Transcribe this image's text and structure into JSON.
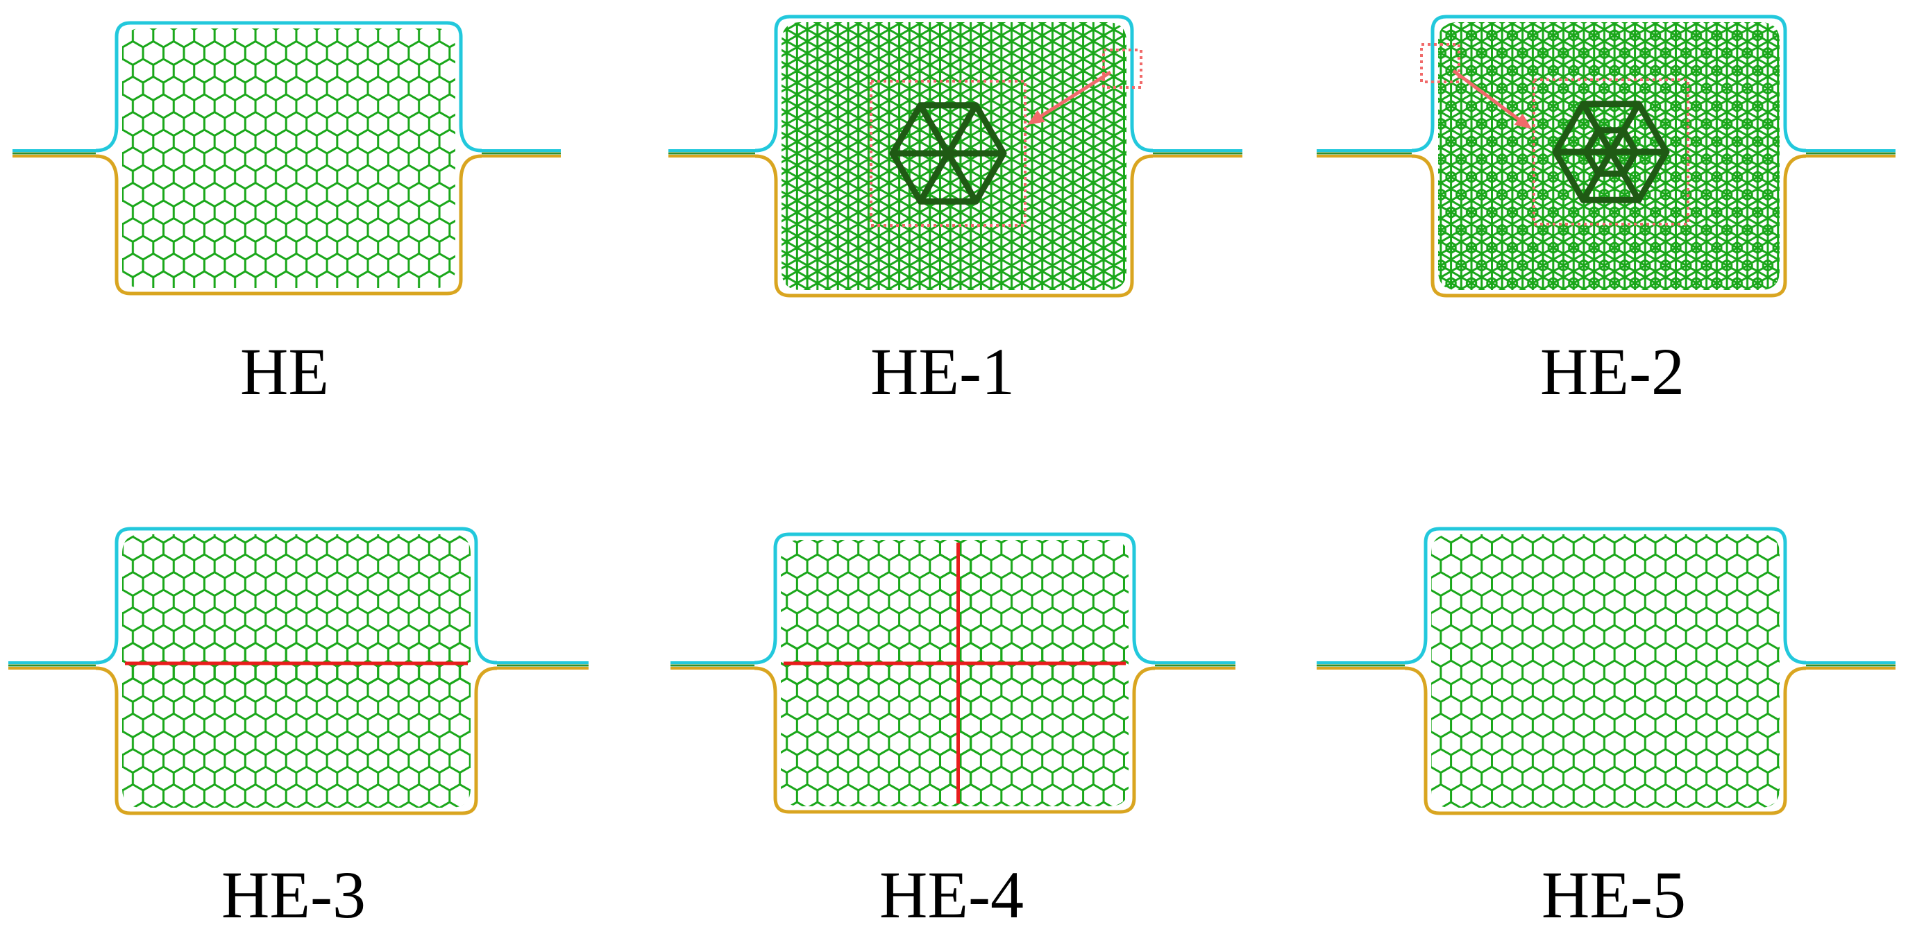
{
  "colors": {
    "honeycomb": "#1aa71a",
    "honeycomb_inset": "#1f5a14",
    "top_skin": "#22c8dc",
    "bottom_skin": "#d9a520",
    "flange_core": "#2f8f2f",
    "divider": "#e81c1c",
    "callout": "#f06a6a"
  },
  "panels": [
    {
      "id": "HE",
      "label": "HE",
      "core": "perimeter",
      "cell": "hexagon"
    },
    {
      "id": "HE-1",
      "label": "HE-1",
      "core": "perimeter",
      "cell": "hexagon-triangulated",
      "has_zoom_inset": true
    },
    {
      "id": "HE-2",
      "label": "HE-2",
      "core": "perimeter",
      "cell": "hexagon-triangulated-inner-hexagon",
      "has_zoom_inset": true
    },
    {
      "id": "HE-3",
      "label": "HE-3",
      "core": "perimeter-plus-horizontal-rib",
      "cell": "hexagon",
      "divider": "horizontal"
    },
    {
      "id": "HE-4",
      "label": "HE-4",
      "core": "perimeter-plus-cross-ribs",
      "cell": "hexagon",
      "divider": "cross"
    },
    {
      "id": "HE-5",
      "label": "HE-5",
      "core": "full",
      "cell": "hexagon"
    }
  ]
}
